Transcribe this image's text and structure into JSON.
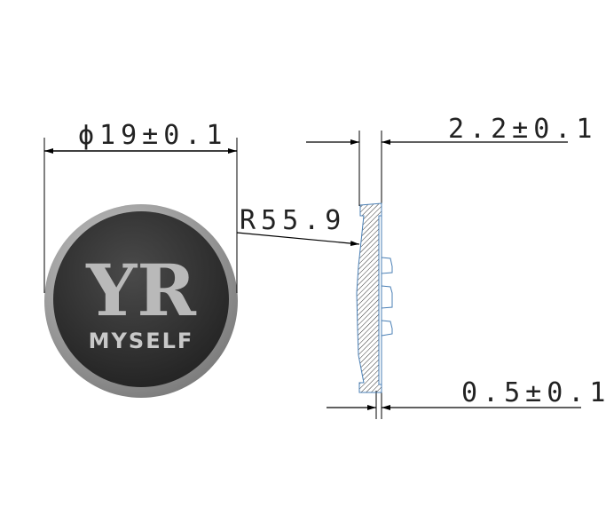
{
  "drawing": {
    "diameter_label": "ϕ19±0.1",
    "radius_label": "R55.9",
    "thickness_label": "2.2±0.1",
    "base_label": "0.5±0.1"
  },
  "badge": {
    "logo_text": "YR",
    "brand_text": "MYSELF",
    "rim_color": "#9a9a9a",
    "face_color": "#333333"
  },
  "colors": {
    "section_outline": "#4a7fb5",
    "line": "#000000"
  }
}
